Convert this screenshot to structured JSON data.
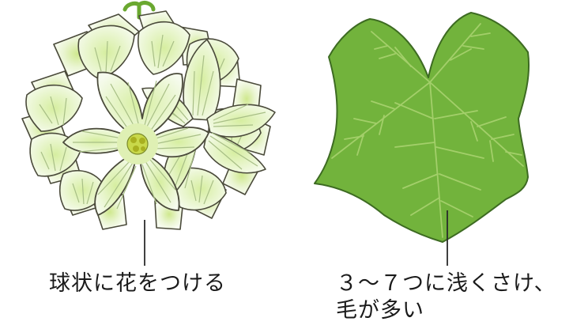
{
  "flower": {
    "caption": "球状に花をつける"
  },
  "leaf": {
    "caption_line1": "３〜７つに浅くさけ、",
    "caption_line2": "毛が多い"
  },
  "colors": {
    "petal_fill": "#f2f8e4",
    "petal_center": "#d8eea8",
    "petal_stroke": "#4a4a3a",
    "petal_vein": "#a8bf86",
    "flower_center": "#c8d84a",
    "flower_center_dot": "#b0b820",
    "leaf_fill": "#72b33c",
    "leaf_stroke": "#3d6b22",
    "leaf_vein": "#a3cf6a",
    "leader_line": "#2a2a2a"
  },
  "icons": [
    "flower-illustration",
    "leaf-illustration"
  ]
}
